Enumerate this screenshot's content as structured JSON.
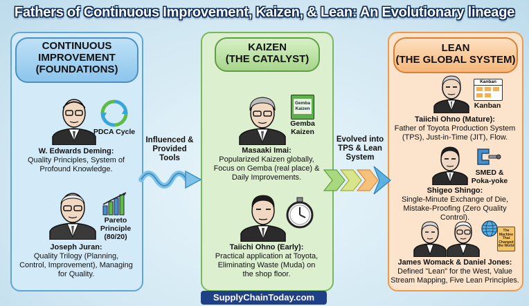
{
  "title": "Fathers of Continuous Improvement, Kaizen, & Lean: An Evolutionary lineage",
  "panels": {
    "ci": {
      "heading": [
        "CONTINUOUS",
        "IMPROVEMENT",
        "(FOUNDATIONS)"
      ]
    },
    "kaizen": {
      "heading": [
        "KAIZEN",
        "(THE CATALYST)"
      ]
    },
    "lean": {
      "heading": [
        "LEAN",
        "(THE GLOBAL SYSTEM)"
      ]
    }
  },
  "people": {
    "deming": {
      "name": "W. Edwards Deming:",
      "desc": [
        "Quality Principles, System of",
        "Profound Knowledge."
      ],
      "icon_label": "PDCA Cycle"
    },
    "juran": {
      "name": "Joseph Juran:",
      "desc": [
        "Quality Trilogy (Planning,",
        "Control, Improvement), Managing",
        "for Quality."
      ],
      "icon_label": [
        "Pareto",
        "Principle",
        "(80/20)"
      ]
    },
    "imai": {
      "name": "Masaaki Imai:",
      "desc": [
        "Popularized Kaizen globally,",
        "Focus on Gemba (real place) &",
        "Daily Improvements."
      ],
      "icon_label": [
        "Gemba",
        "Kaizen"
      ],
      "book_title": [
        "Gemba",
        "Kaizen"
      ]
    },
    "ohno_early": {
      "name": "Taiichi Ohno (Early):",
      "desc": [
        "Practical application at Toyota,",
        "Eliminating Waste (Muda) on",
        "the shop floor."
      ]
    },
    "ohno_mature": {
      "name": "Taiichi Ohno (Mature):",
      "desc": [
        "Father of Toyota Production System",
        "(TPS), Just-in-Time (JIT), Flow."
      ],
      "icon_label": "Kanban",
      "board_title": "Kanban"
    },
    "shingo": {
      "name": "Shigeo Shingo:",
      "desc": [
        "Single-Minute Exchange of Die,",
        "Mistake-Proofing (Zero Quality Control)."
      ],
      "icon_label": [
        "SMED &",
        "Poka-yoke"
      ]
    },
    "womack": {
      "name": "James Womack & Daniel Jones:",
      "desc": [
        "Defined \"Lean\" for the West, Value",
        "Stream Mapping, Five Lean Principles."
      ],
      "book_title": [
        "The",
        "Machine",
        "That",
        "Changed",
        "the World"
      ]
    }
  },
  "transitions": {
    "first": [
      "Influenced &",
      "Provided",
      "Tools"
    ],
    "second": [
      "Evolved into",
      "TPS & Lean",
      "System"
    ]
  },
  "footer": "SupplyChainToday.com",
  "colors": {
    "ci_border": "#5da6d4",
    "kaizen_border": "#78b85a",
    "lean_border": "#ee9a4a",
    "title_outline": "#0d2a55",
    "footer_bg": "#1f3f86"
  }
}
